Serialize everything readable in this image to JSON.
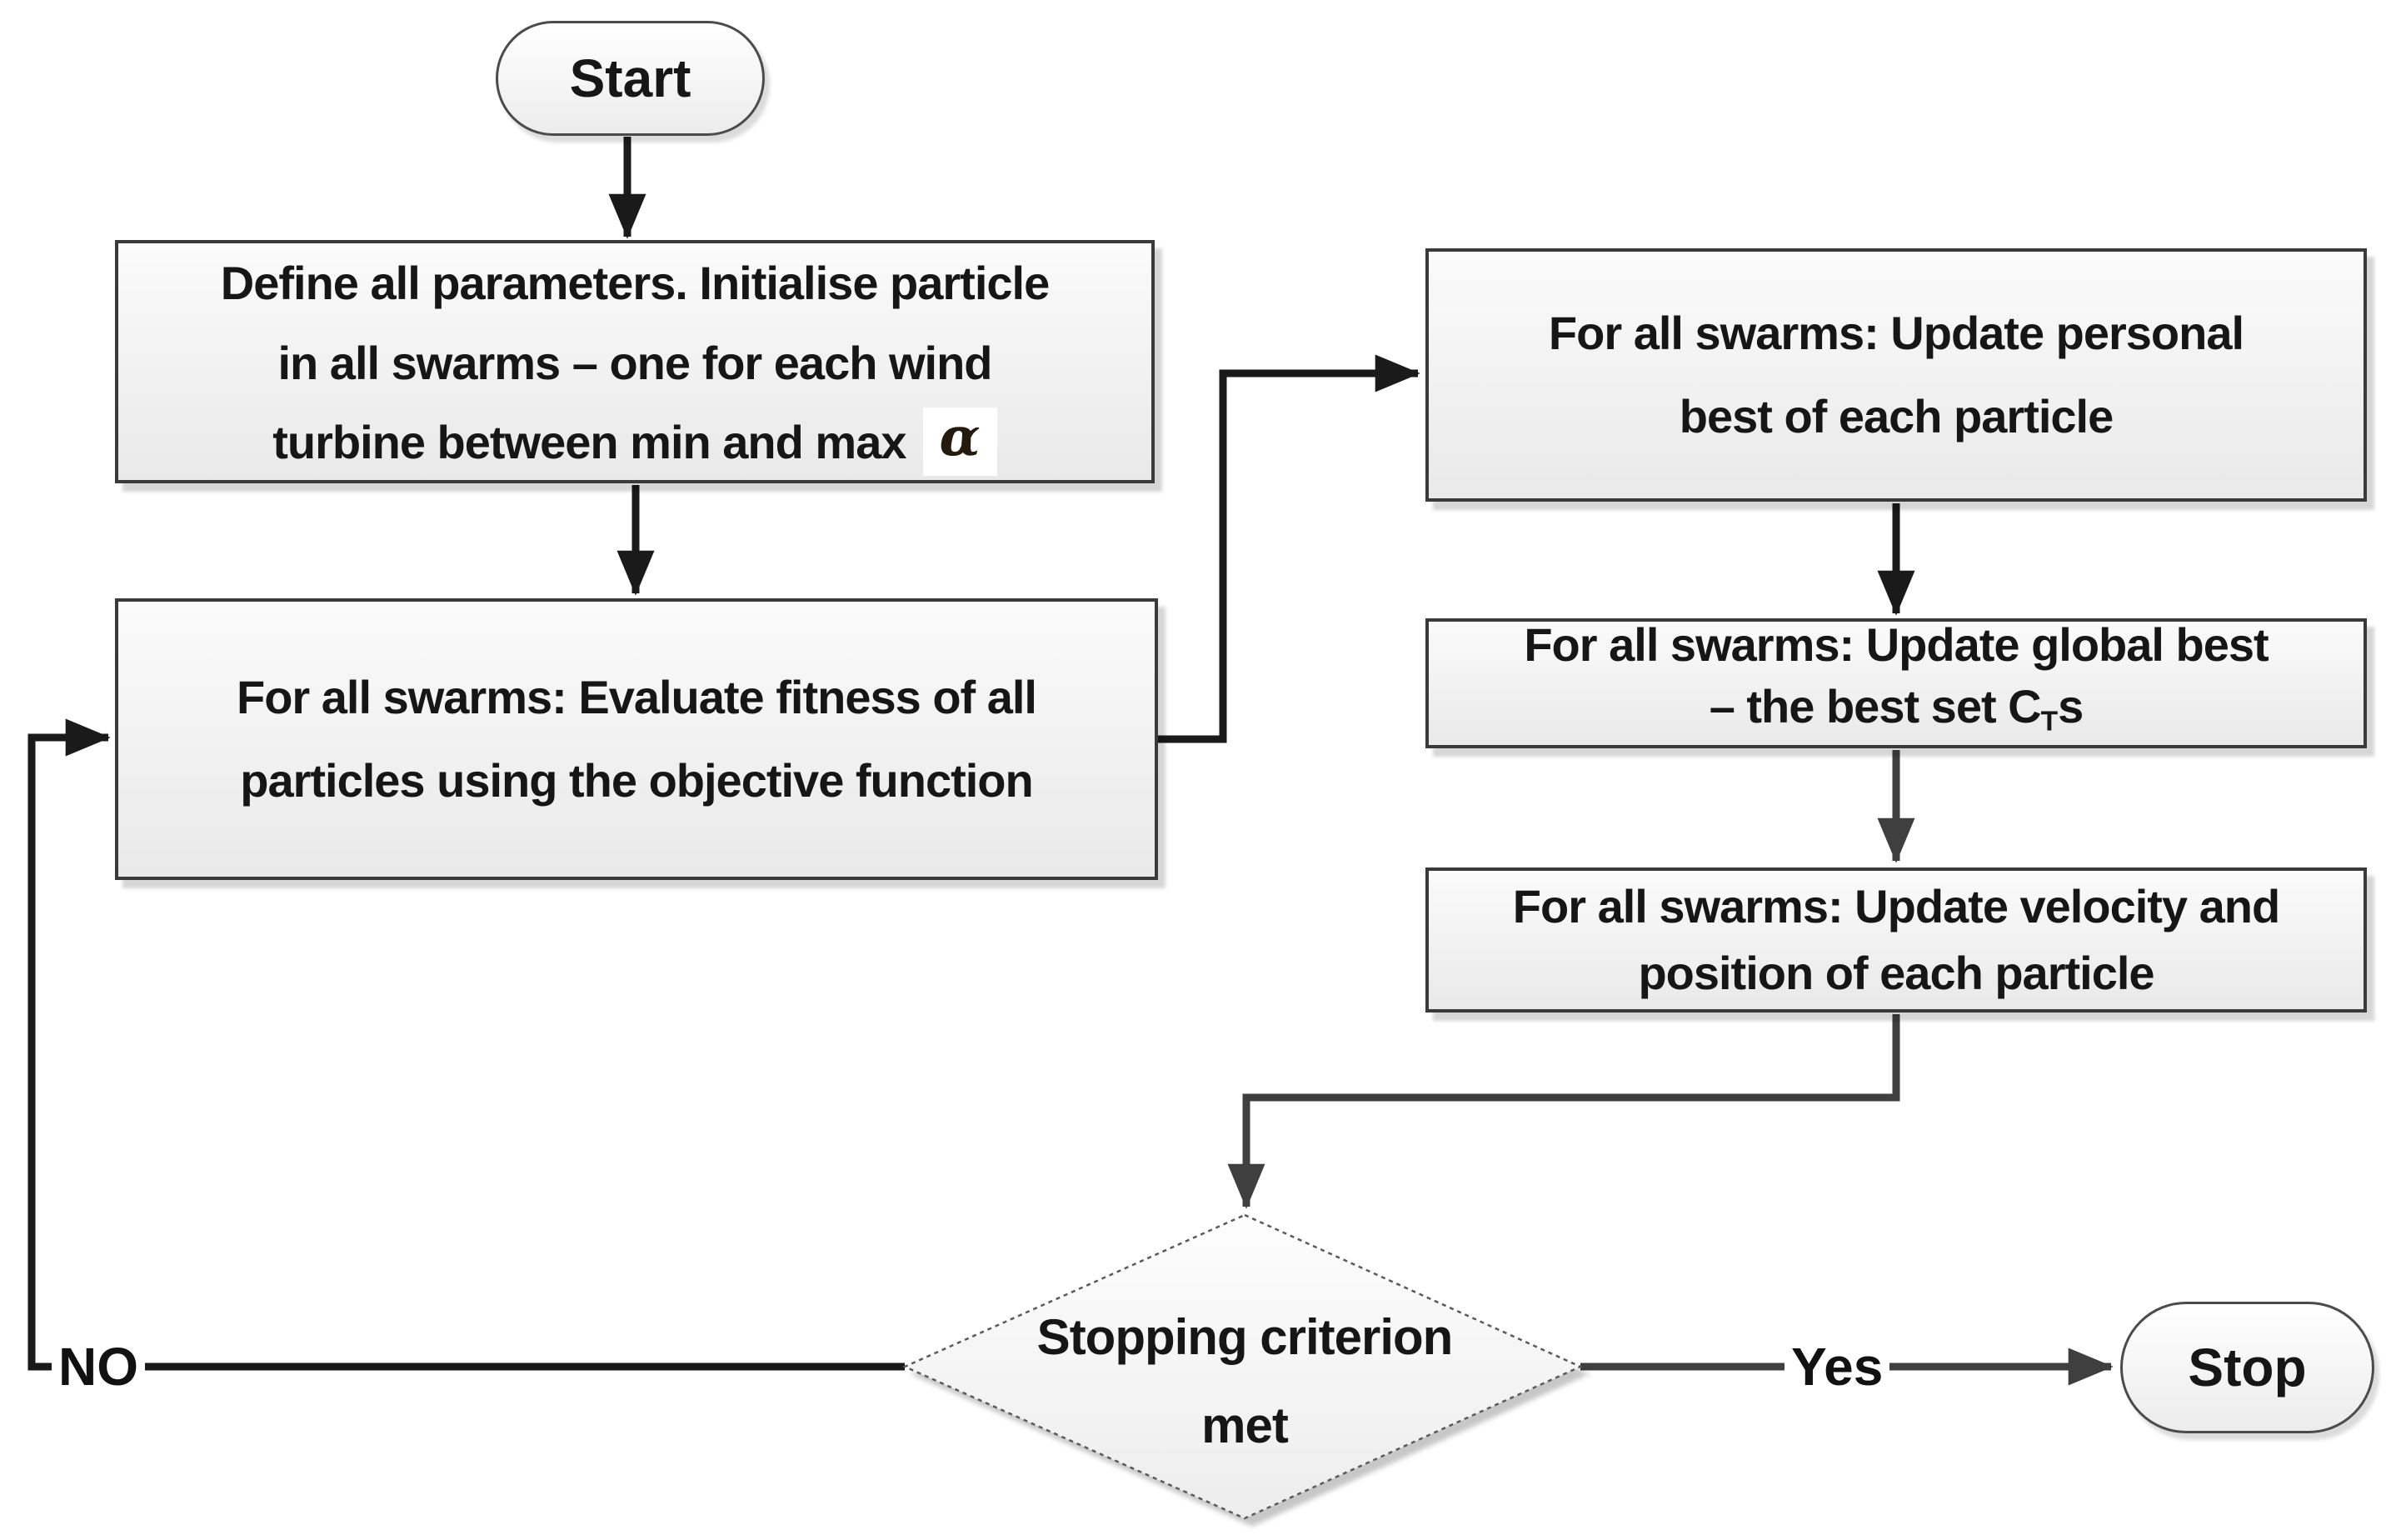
{
  "nodes": {
    "start": {
      "label": "Start"
    },
    "define": {
      "lines": [
        "Define all parameters. Initialise particle",
        "in all swarms – one for each wind"
      ],
      "line3": "turbine between min and max",
      "alpha": "α"
    },
    "evaluate": {
      "lines": [
        "For all swarms: Evaluate fitness of all",
        "particles using the objective function"
      ]
    },
    "update_personal": {
      "lines": [
        "For all swarms: Update personal",
        "best of each particle"
      ]
    },
    "update_global": {
      "line1": "For all swarms: Update global best",
      "line2_pre": "– the best set C",
      "line2_sub": "T",
      "line2_post": "s"
    },
    "update_velocity": {
      "lines": [
        "For all swarms: Update velocity and",
        "position of each particle"
      ]
    },
    "decision": {
      "lines": [
        "Stopping criterion",
        "met"
      ]
    },
    "stop": {
      "label": "Stop"
    }
  },
  "edges": {
    "yes_label": "Yes",
    "no_label": "NO"
  },
  "colors": {
    "line_black": "#1a1a1a",
    "line_gray": "#3f3f3f",
    "box_border": "#3a3a3a",
    "text": "#161616"
  }
}
